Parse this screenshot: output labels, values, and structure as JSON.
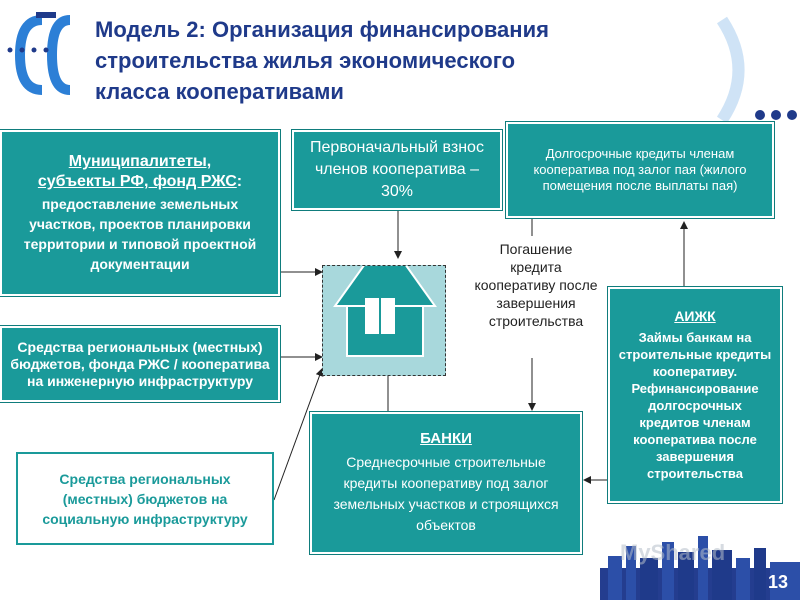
{
  "title": {
    "line1": "Модель 2: Организация финансирования",
    "line2": "строительства жилья экономического",
    "line3": "класса кооперативами"
  },
  "boxes": {
    "municipal": {
      "heading1": "Муниципалитеты,",
      "heading2": "субъекты РФ, фонд РЖС",
      "heading_suffix": ":",
      "body": "предоставление земельных участков, проектов планировки территории и типовой проектной документации"
    },
    "initial_payment": {
      "text": "Первоначальный взнос членов кооператива – 30%"
    },
    "long_term": {
      "text": "Долгосрочные кредиты членам кооператива под залог пая (жилого помещения после выплаты пая)"
    },
    "regional_engineering": {
      "text": "Средства региональных (местных) бюджетов, фонда РЖС / кооператива на инженерную инфраструктуру"
    },
    "regional_social": {
      "text": "Средства региональных (местных) бюджетов на социальную инфраструктуру"
    },
    "repayment": {
      "text": "Погашение кредита кооперативу после завершения строительства"
    },
    "banks": {
      "heading": "БАНКИ",
      "body": "Среднесрочные строительные кредиты кооперативу под залог земельных участков и строящихся объектов"
    },
    "aizhk": {
      "heading": "АИЖК",
      "body": "Займы банкам на строительные кредиты кооперативу. Рефинансирование долгосрочных кредитов членам кооператива после завершения строительства"
    }
  },
  "page_number": "13",
  "watermark": "MyShared",
  "colors": {
    "teal": "#1a9a9a",
    "title_blue": "#1f3a8a",
    "house_bg": "#a8d8dc"
  }
}
